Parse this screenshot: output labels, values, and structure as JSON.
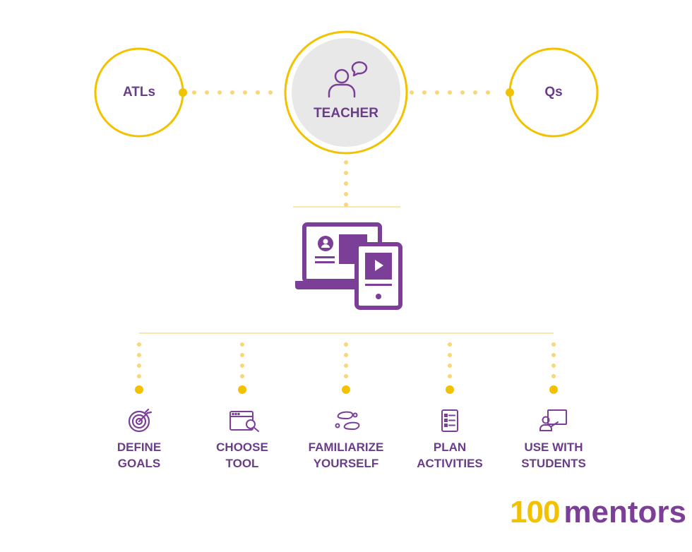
{
  "nodes": {
    "left": "ATLs",
    "center": "TEACHER",
    "right": "Qs"
  },
  "steps": [
    {
      "line1": "DEFINE",
      "line2": "GOALS",
      "icon": "target-icon"
    },
    {
      "line1": "CHOOSE",
      "line2": "TOOL",
      "icon": "browser-search-icon"
    },
    {
      "line1": "FAMILIARIZE",
      "line2": "YOURSELF",
      "icon": "footsteps-icon"
    },
    {
      "line1": "PLAN",
      "line2": "ACTIVITIES",
      "icon": "checklist-icon"
    },
    {
      "line1": "USE WITH",
      "line2": "STUDENTS",
      "icon": "presenter-board-icon"
    }
  ],
  "central_icon": "laptop-and-tablet-icon",
  "teacher_icon": "person-with-speech-bubble-icon",
  "brand": {
    "number": "100",
    "word": "mentors"
  },
  "colors": {
    "yellow": "#f2c200",
    "purple": "#7b3f98",
    "text_purple": "#6a3d8a",
    "center_fill": "#e8e8e8"
  }
}
